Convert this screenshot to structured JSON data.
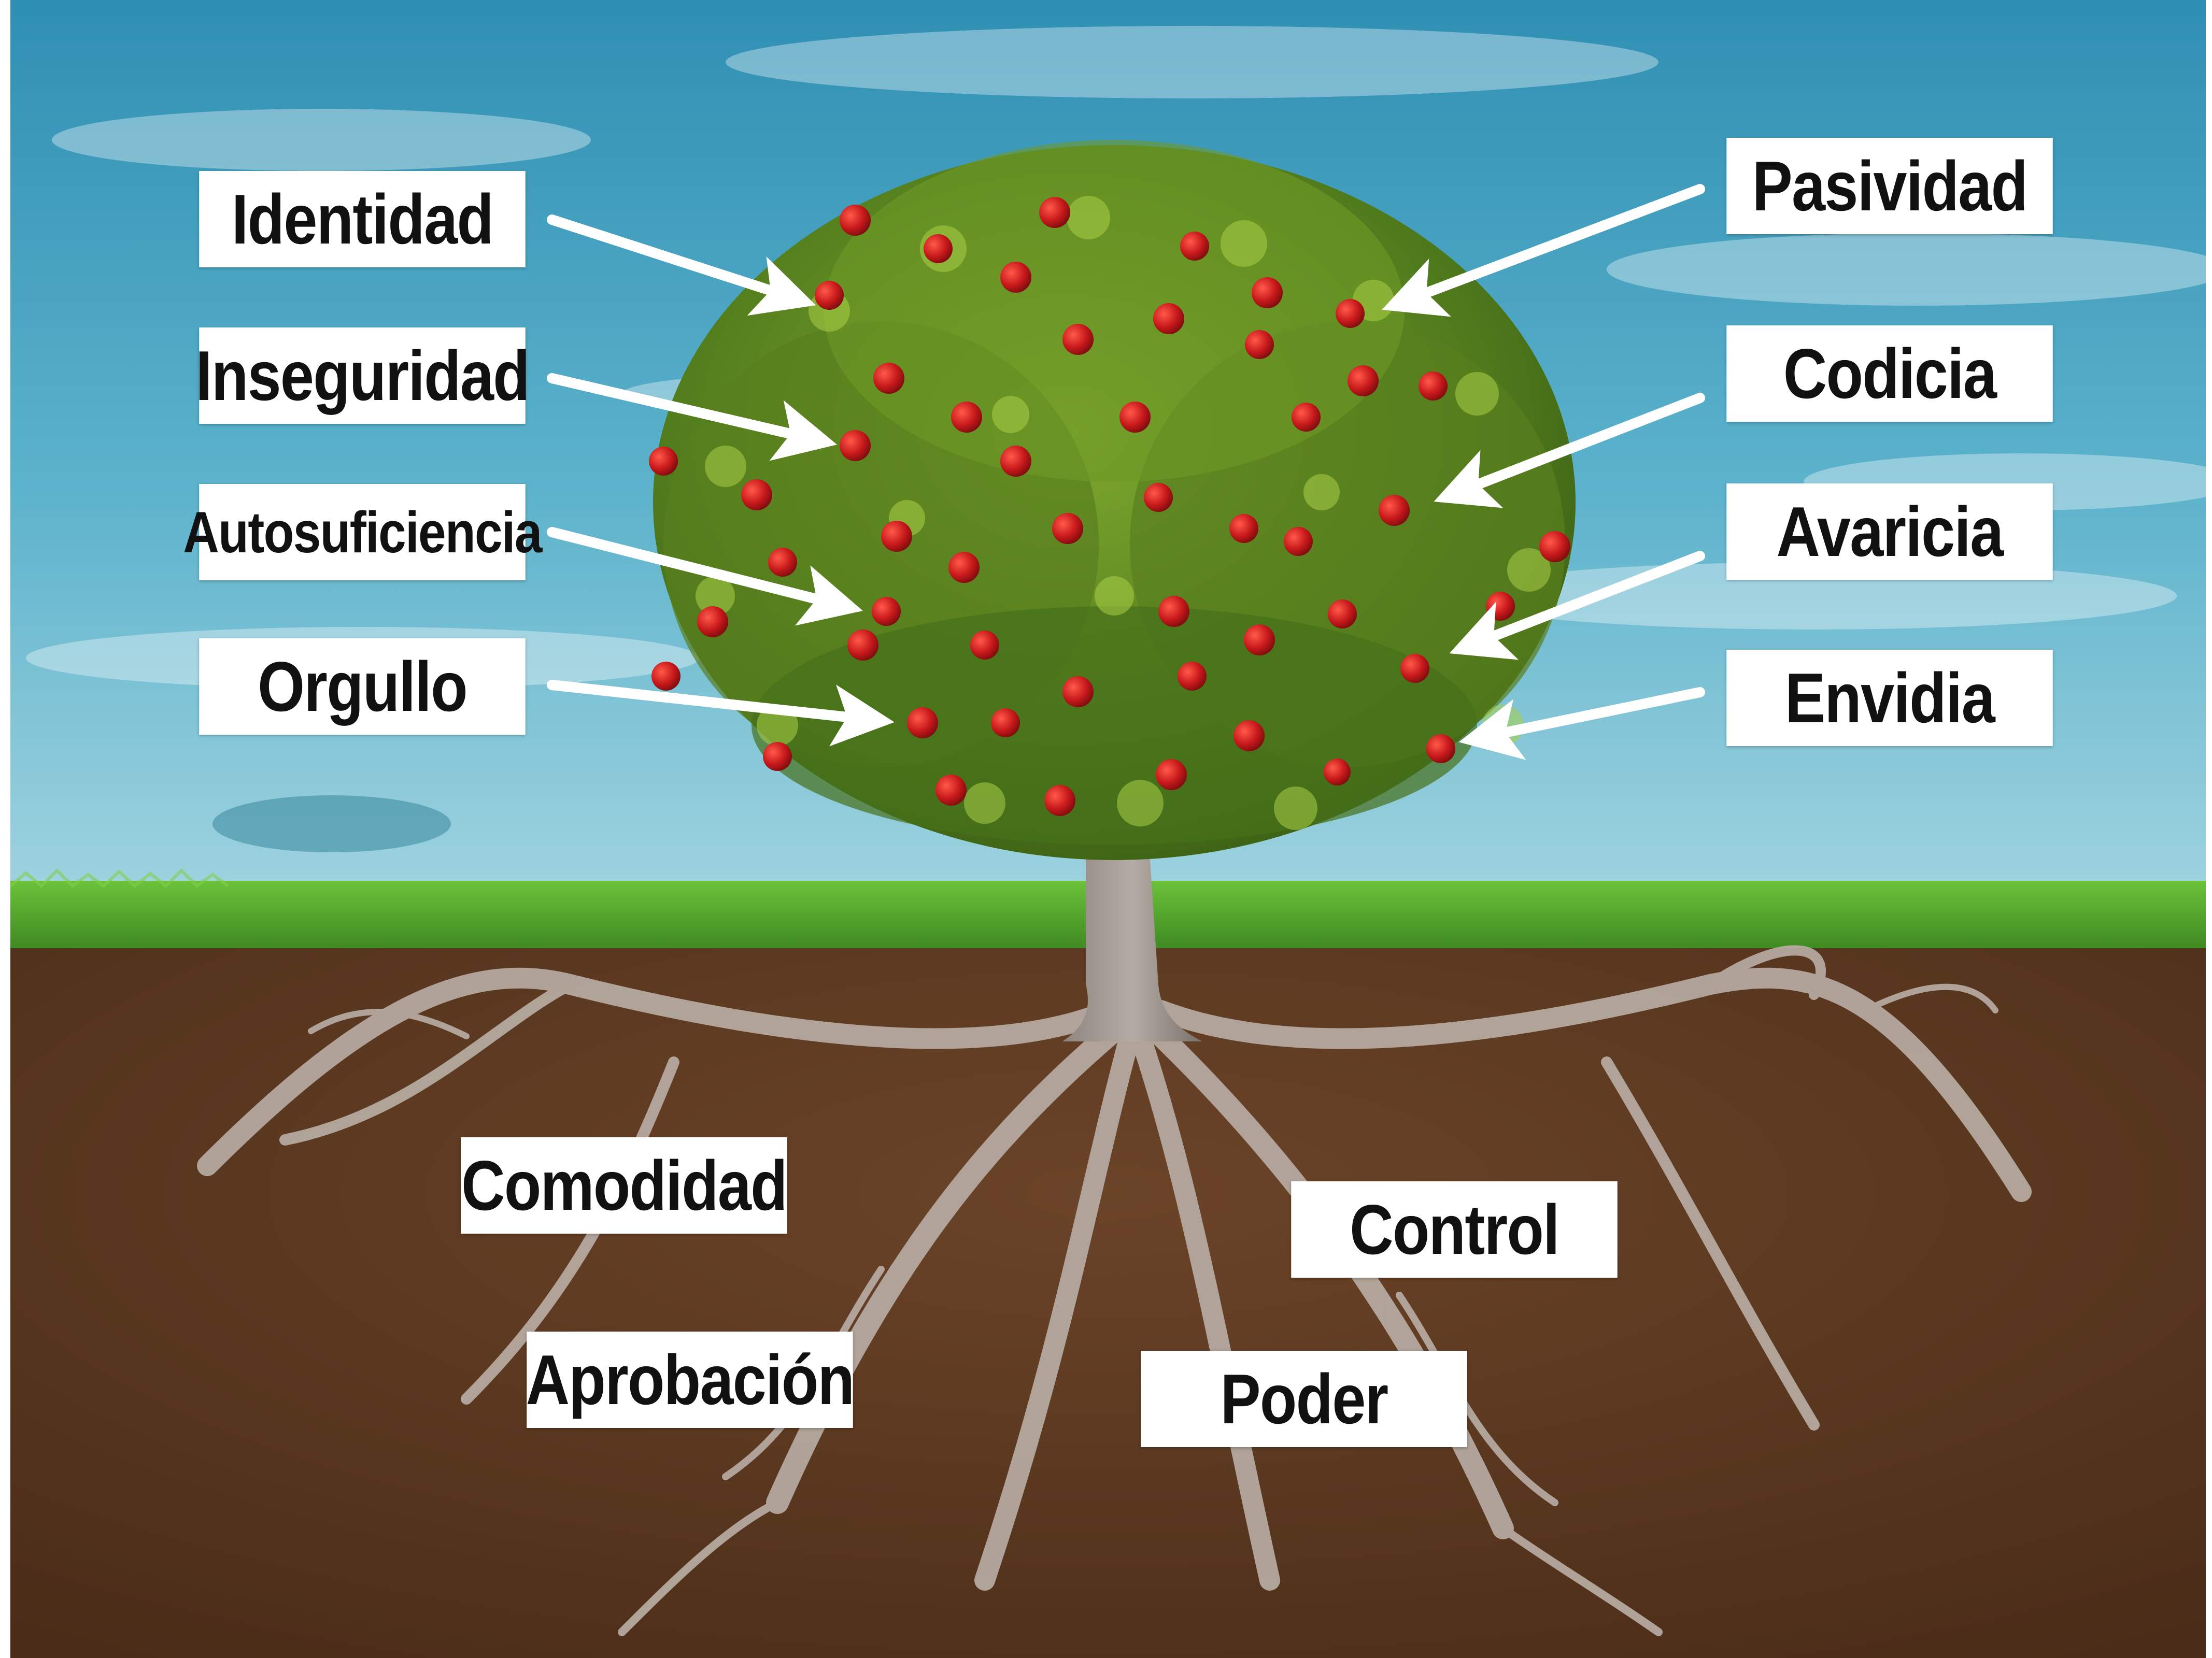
{
  "fruit_labels": {
    "identidad": "Identidad",
    "inseguridad": "Inseguridad",
    "autosuficiencia": "Autosuficiencia",
    "orgullo": "Orgullo",
    "pasividad": "Pasividad",
    "codicia": "Codicia",
    "avaricia": "Avaricia",
    "envidia": "Envidia"
  },
  "root_labels": {
    "comodidad": "Comodidad",
    "aprobacion": "Aprobación",
    "control": "Control",
    "poder": "Poder"
  },
  "colors": {
    "sky": "#3f9cb8",
    "grass": "#4f9e2c",
    "soil": "#5a3720",
    "foliage": "#5f8a1f",
    "apple": "#c8191b",
    "root": "#b8aca3",
    "arrow": "#ffffff",
    "label_bg": "#ffffff",
    "label_text": "#111111"
  }
}
